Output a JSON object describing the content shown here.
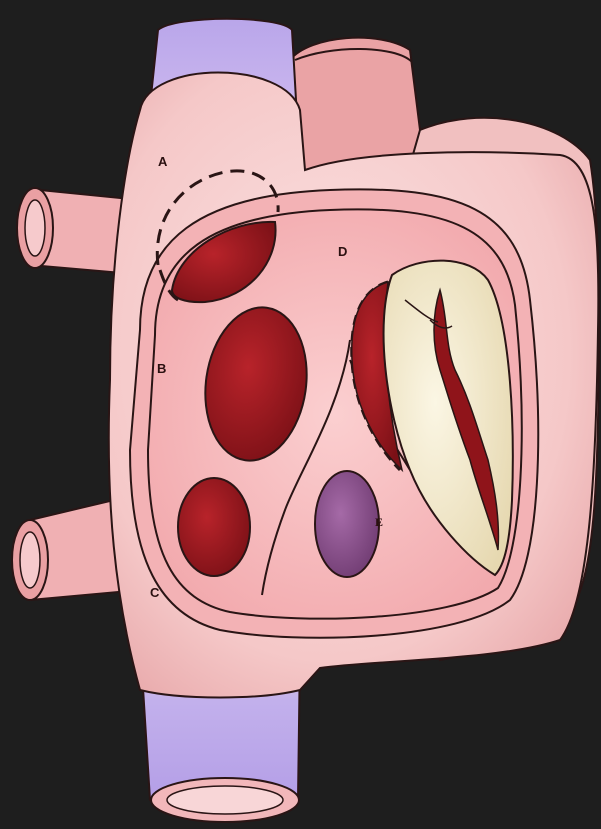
{
  "labels": {
    "a": "A",
    "b": "B",
    "c": "C",
    "d": "D",
    "e": "E"
  },
  "colors": {
    "background": "#1e1e1e",
    "tissue": "#f4c6c6",
    "tissue_dark": "#e9a3a3",
    "chamber": "#f7b9bb",
    "opening": "#9b1a1f",
    "opening_dark": "#6e0f14",
    "vein_blue": "#b8a3e6",
    "valve": "#f2ead0",
    "purple_opening": "#8a4d8c",
    "outline": "#2a1515"
  }
}
